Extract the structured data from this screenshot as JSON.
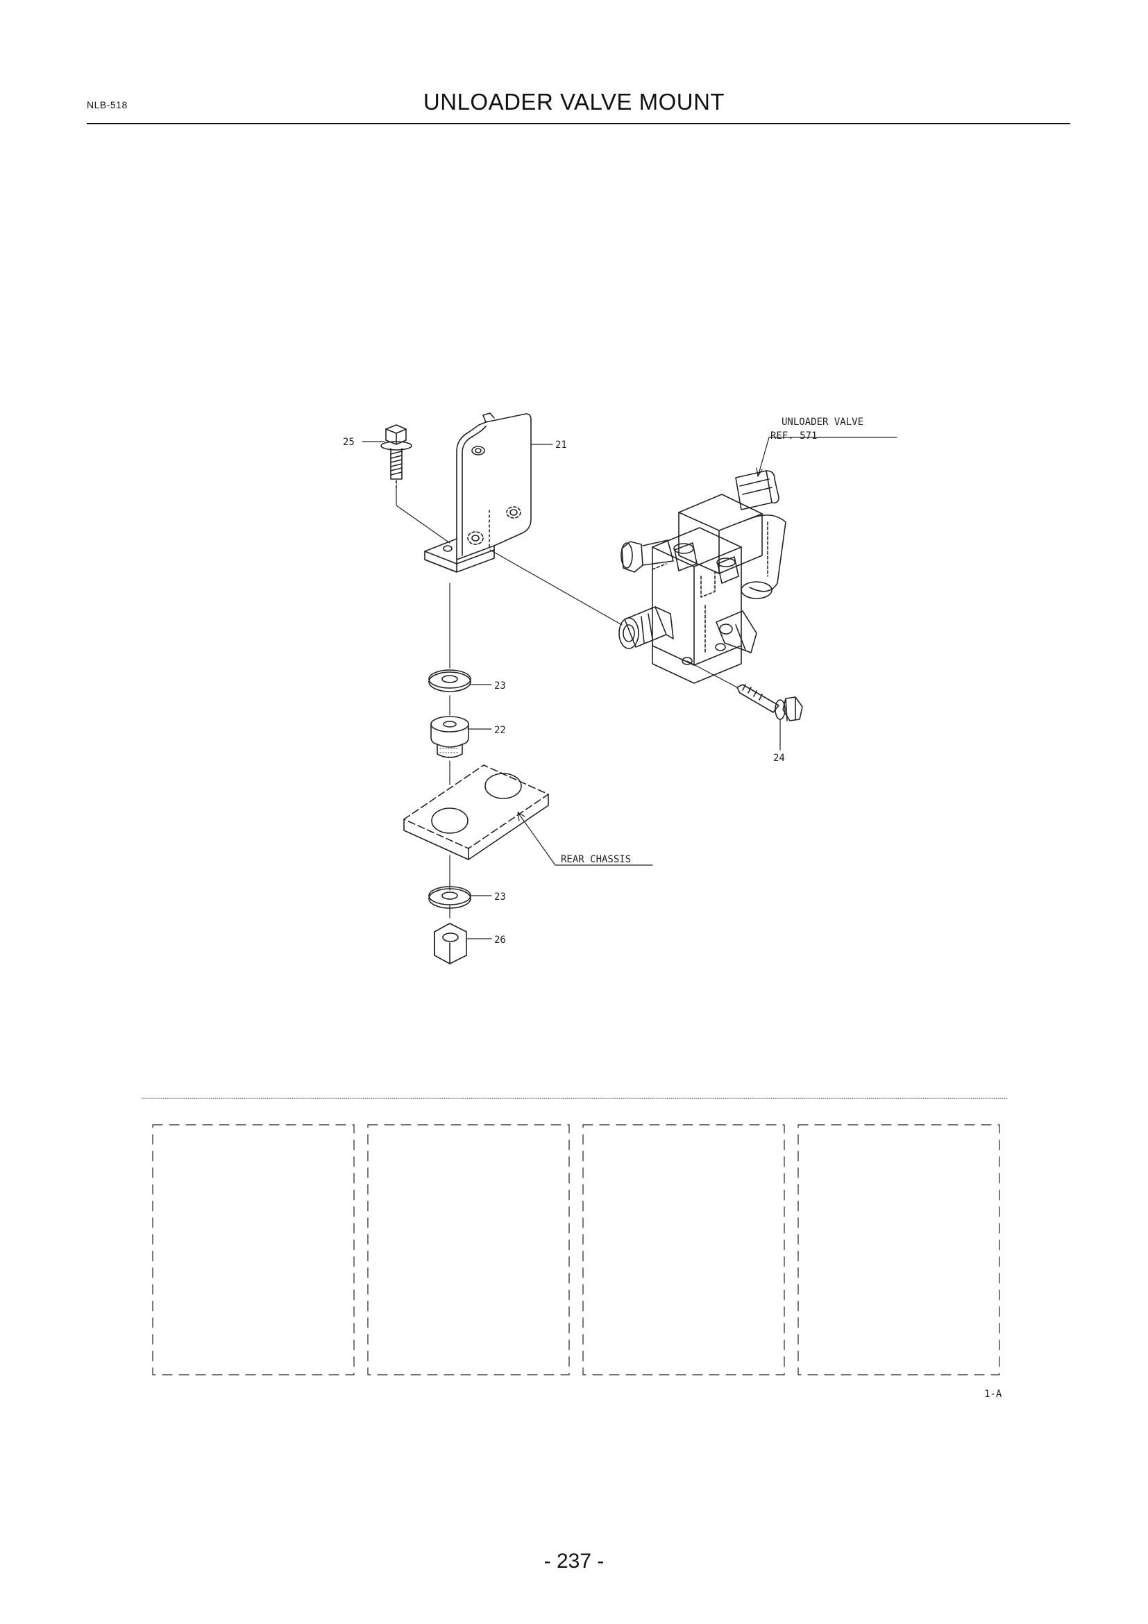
{
  "header": {
    "code": "NLB-518",
    "title": "UNLOADER VALVE MOUNT"
  },
  "callouts": {
    "c21": "21",
    "c22": "22",
    "c23a": "23",
    "c23b": "23",
    "c24": "24",
    "c25": "25",
    "c26": "26"
  },
  "notes": {
    "unloader_line1": "UNLOADER VALVE",
    "unloader_line2": "REF. 571",
    "rear_chassis": "REAR CHASSIS"
  },
  "panel_ref": "1-A",
  "footer": {
    "page_number": "- 237 -"
  }
}
